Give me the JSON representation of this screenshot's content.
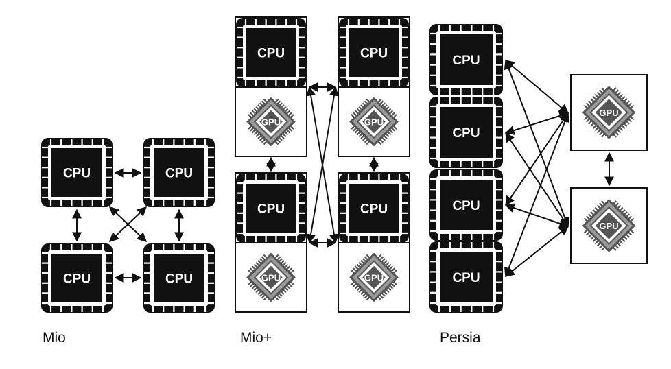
{
  "labels": {
    "cpu": "CPU",
    "gpu": "GPU"
  },
  "captions": {
    "mio": "Mio",
    "mio_plus": "Mio+",
    "persia": "Persia"
  },
  "colors": {
    "ink": "#111111",
    "gpu_fill": "#555555",
    "gpu_hatch": "#9a9a9a",
    "chip_text": "#ffffff"
  },
  "diagrams": [
    {
      "name": "mio",
      "nodes": [
        "cpu",
        "cpu",
        "cpu",
        "cpu"
      ],
      "links": "fully connected"
    },
    {
      "name": "mio-plus",
      "nodes": [
        "cpu+gpu",
        "cpu+gpu",
        "cpu+gpu",
        "cpu+gpu"
      ],
      "links": "fully connected"
    },
    {
      "name": "persia",
      "nodes": [
        "cpu",
        "cpu",
        "cpu",
        "cpu",
        "gpu",
        "gpu"
      ],
      "links": "every cpu to every gpu; gpu to gpu"
    }
  ]
}
